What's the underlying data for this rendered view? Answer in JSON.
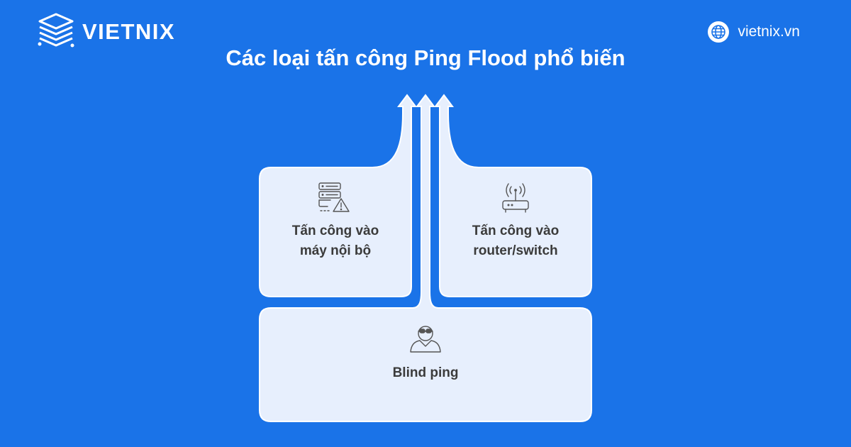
{
  "brand": {
    "name": "VIETNIX",
    "website": "vietnix.vn"
  },
  "title": "Các loại tấn công Ping Flood phổ biến",
  "diagram": {
    "boxes": [
      {
        "id": "internal",
        "label_line1": "Tấn công vào",
        "label_line2": "máy nội bộ",
        "icon": "server-warning-icon"
      },
      {
        "id": "router",
        "label_line1": "Tấn công vào",
        "label_line2": "router/switch",
        "icon": "router-icon"
      },
      {
        "id": "blind",
        "label": "Blind ping",
        "icon": "hacker-icon"
      }
    ]
  },
  "colors": {
    "background": "#1a73e8",
    "box_fill": "#e7effd",
    "box_stroke": "#ffffff",
    "text": "#3b3b3b",
    "icon_stroke": "#555555"
  }
}
